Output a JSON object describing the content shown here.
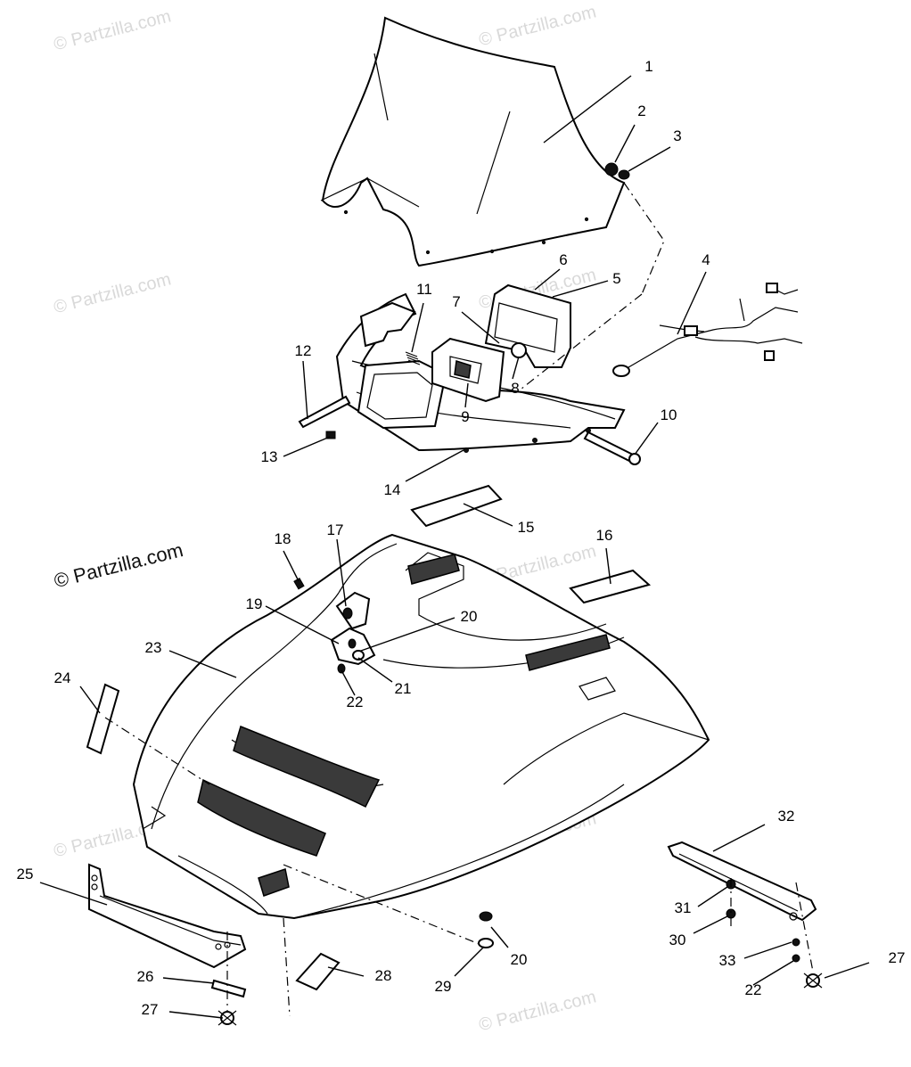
{
  "watermarks": [
    {
      "text": "© Partzilla.com",
      "style": "light"
    },
    {
      "text": "© Partzilla.com",
      "style": "light"
    },
    {
      "text": "© Partzilla.com",
      "style": "light"
    },
    {
      "text": "© Partzilla.com",
      "style": "light"
    },
    {
      "text": "© Partzilla.com",
      "style": "dark"
    },
    {
      "text": "© Partzilla.com",
      "style": "light"
    },
    {
      "text": "© Partzilla.com",
      "style": "light"
    },
    {
      "text": "© Partzilla.com",
      "style": "light"
    },
    {
      "text": "© Partzilla.com",
      "style": "light"
    }
  ],
  "callouts": [
    "1",
    "2",
    "3",
    "4",
    "5",
    "6",
    "7",
    "8",
    "9",
    "10",
    "11",
    "12",
    "13",
    "14",
    "15",
    "16",
    "17",
    "18",
    "19",
    "20",
    "20",
    "21",
    "22",
    "22",
    "23",
    "24",
    "25",
    "26",
    "27",
    "27",
    "28",
    "29",
    "30",
    "31",
    "32",
    "33"
  ],
  "colors": {
    "ink": "#000000",
    "watermark": "#d9d9d9",
    "background": "#ffffff"
  }
}
